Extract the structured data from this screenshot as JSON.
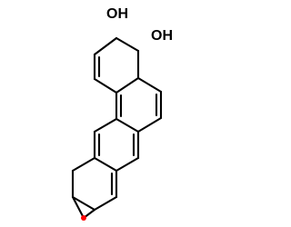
{
  "atoms": {
    "hydroxyl_upper": "OH",
    "hydroxyl_lower": "OH",
    "epoxide_oxygen": "O"
  },
  "colors": {
    "bond": "#000000",
    "text": "#000000",
    "oxygen": "#ff0000",
    "background": "#ffffff"
  }
}
